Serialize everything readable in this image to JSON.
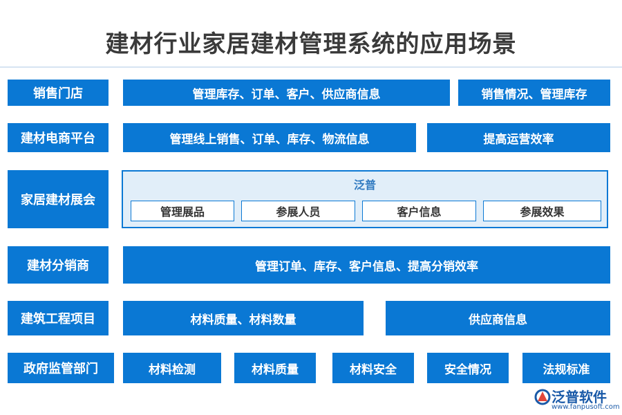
{
  "title": "建材行业家居建材管理系统的应用场景",
  "rows": {
    "sales_store": {
      "label": "销售门店",
      "items": [
        "管理库存、订单、客户、供应商信息",
        "销售情况、管理库存"
      ]
    },
    "ecommerce": {
      "label": "建材电商平台",
      "items": [
        "管理线上销售、订单、库存、物流信息",
        "提高运营效率"
      ]
    },
    "expo": {
      "label": "家居建材展会",
      "group_title": "泛普",
      "items": [
        "管理展品",
        "参展人员",
        "客户信息",
        "参展效果"
      ]
    },
    "distributor": {
      "label": "建材分销商",
      "items": [
        "管理订单、库存、客户信息、提高分销效率"
      ]
    },
    "construction": {
      "label": "建筑工程项目",
      "items": [
        "材料质量、材料数量",
        "供应商信息"
      ]
    },
    "government": {
      "label": "政府监管部门",
      "items": [
        "材料检测",
        "材料质量",
        "材料安全",
        "安全情况",
        "法规标准"
      ]
    }
  },
  "logo": {
    "name": "泛普软件",
    "url": "www.fanpusoft.com",
    "icon": "fanpu-logo-icon"
  },
  "colors": {
    "primary": "#0a78d4",
    "light": "#e1eef9"
  }
}
